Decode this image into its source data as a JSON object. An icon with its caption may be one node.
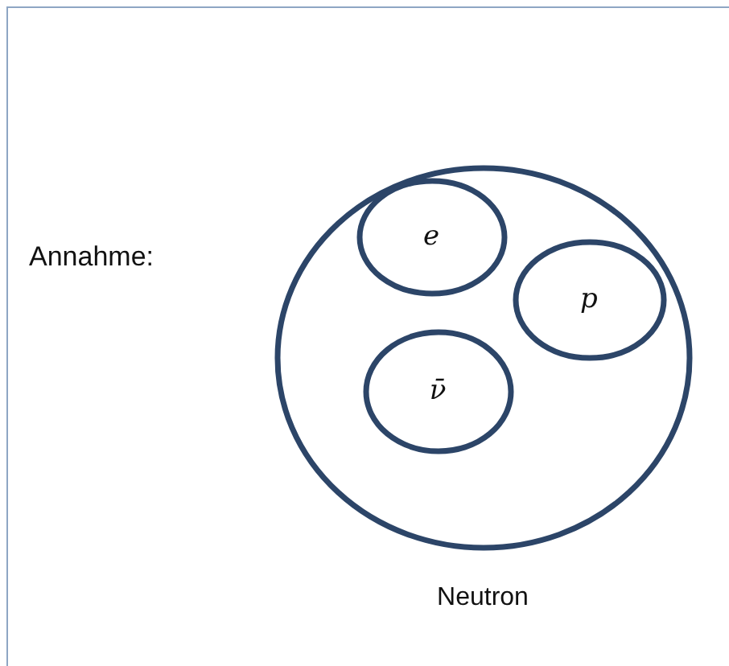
{
  "diagram": {
    "nodes": [
      {
        "text": [
          "Neutron"
        ]
      },
      {
        "text": [
          "e"
        ],
        "in": 0
      },
      {
        "text": [
          "p"
        ],
        "in": 0
      },
      {
        "text": [
          "ν̄"
        ],
        "in": 0
      }
    ],
    "labels": [
      "Annahme:"
    ]
  }
}
